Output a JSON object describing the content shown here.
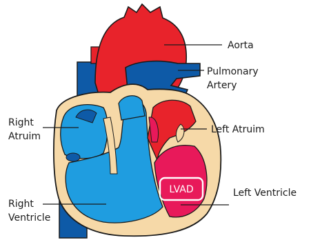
{
  "labels": {
    "aorta": "Aorta",
    "pulmonary_artery_line1": "Pulmonary",
    "pulmonary_artery_line2": "Artery",
    "left_atrium": "Left Atruim",
    "right_atrium_line1": "Right",
    "right_atrium_line2": "Atruim",
    "left_ventricle": "Left Ventricle",
    "right_ventricle_line1": "Right",
    "right_ventricle_line2": "Ventricle",
    "lvad": "LVAD"
  },
  "colors": {
    "oxygenated_red": "#e8232b",
    "left_ventricle_pink": "#e8195a",
    "deoxygenated_blue_dark": "#0e5aa7",
    "deoxygenated_blue_light": "#1f9de0",
    "heart_wall_tan": "#f6d9a8",
    "outline": "#1a1a1a"
  }
}
